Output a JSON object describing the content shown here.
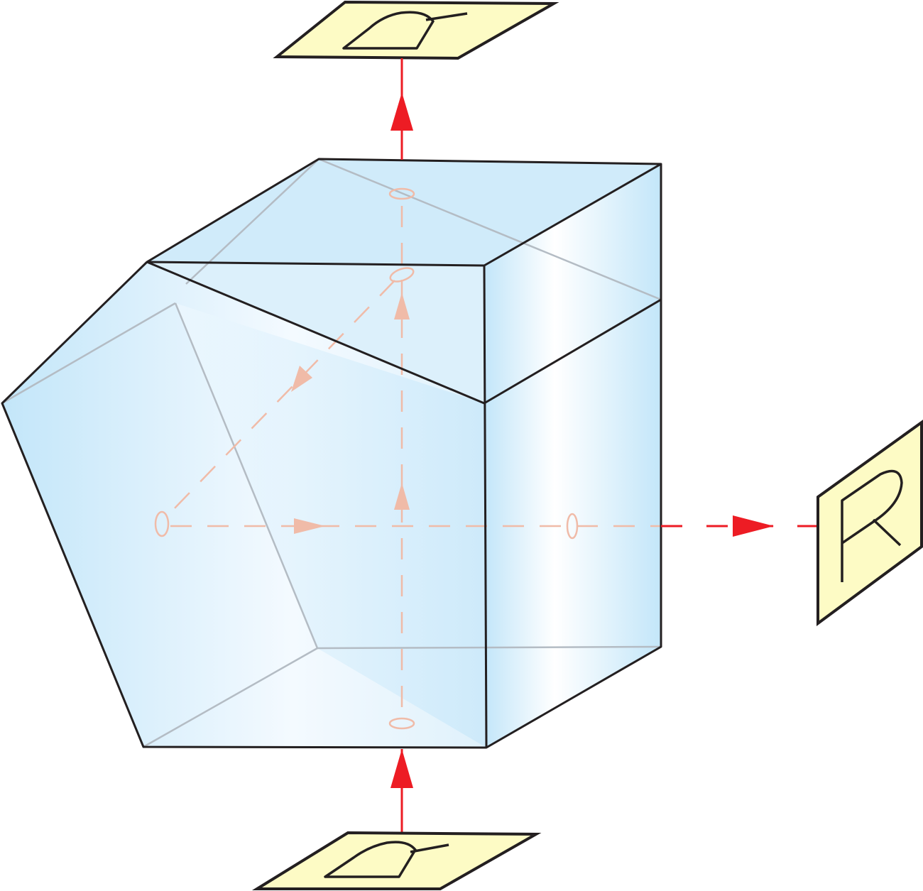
{
  "diagram": {
    "subject": "prism",
    "colors": {
      "glass_light": "#f4faff",
      "glass_dark": "#c3e6f9",
      "edge": "#231f20",
      "hidden_edge": "#b4bcc4",
      "ray": "#ed1c24",
      "ray_internal": "#f0bba8",
      "screen_fill": "#fdfbc5"
    },
    "icons": [
      "letter-image-top",
      "letter-image-bottom",
      "letter-image-right"
    ]
  }
}
